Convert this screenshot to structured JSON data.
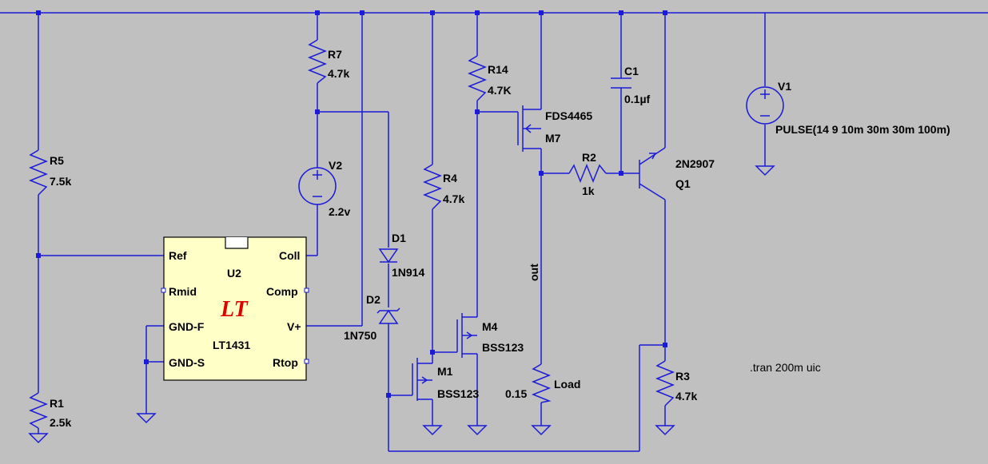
{
  "u2": {
    "ref": "U2",
    "part": "LT1431",
    "logo": "LT",
    "pins": {
      "ref": "Ref",
      "rmid": "Rmid",
      "gnd_f": "GND-F",
      "gnd_s": "GND-S",
      "coll": "Coll",
      "comp": "Comp",
      "vplus": "V+",
      "rtop": "Rtop"
    }
  },
  "components": {
    "r5": {
      "name": "R5",
      "value": "7.5k"
    },
    "r1": {
      "name": "R1",
      "value": "2.5k"
    },
    "r7": {
      "name": "R7",
      "value": "4.7k"
    },
    "v2": {
      "name": "V2",
      "value": "2.2v"
    },
    "d1": {
      "name": "D1",
      "part": "1N914"
    },
    "d2": {
      "name": "D2",
      "part": "1N750"
    },
    "r4": {
      "name": "R4",
      "value": "4.7k"
    },
    "r14": {
      "name": "R14",
      "value": "4.7K"
    },
    "m7": {
      "name": "M7",
      "part": "FDS4465"
    },
    "r2": {
      "name": "R2",
      "value": "1k"
    },
    "c1": {
      "name": "C1",
      "value": "0.1µf"
    },
    "q1": {
      "name": "Q1",
      "part": "2N2907"
    },
    "v1": {
      "name": "V1",
      "value": "PULSE(14 9 10m 30m 30m 100m)"
    },
    "m4": {
      "name": "M4",
      "part": "BSS123"
    },
    "m1": {
      "name": "M1",
      "part": "BSS123"
    },
    "load": {
      "name": "Load",
      "value": "0.15"
    },
    "r3": {
      "name": "R3",
      "value": "4.7k"
    }
  },
  "nets": {
    "out": "out"
  },
  "directives": {
    "tran": ".tran 200m uic"
  },
  "colors": {
    "background": "#c0c0c0",
    "wire": "#1b1bd8",
    "chip_fill": "#ffffc8",
    "logo": "#e00000"
  }
}
